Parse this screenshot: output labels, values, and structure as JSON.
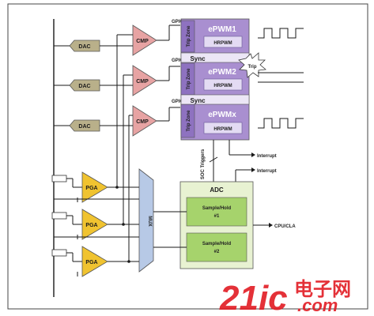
{
  "dac": {
    "label": "DAC"
  },
  "cmp": {
    "label": "CMP"
  },
  "pga": {
    "label": "PGA"
  },
  "gpio": {
    "label": "GPIO"
  },
  "trip_zone": {
    "label": "Trip Zone"
  },
  "sync": {
    "label": "Sync"
  },
  "epwm": {
    "label_1": "ePWM1",
    "label_2": "ePWM2",
    "label_x": "ePWMx"
  },
  "hrpwm": {
    "label": "HRPWM"
  },
  "trip": {
    "label": "Trip"
  },
  "soc": {
    "label": "SOC Triggers"
  },
  "interrupt": {
    "label": "Interrupt"
  },
  "adc": {
    "title": "ADC",
    "sh1_line1": "Sample/Hold",
    "sh1_line2": "#1",
    "sh2_line1": "Sample/Hold",
    "sh2_line2": "#2"
  },
  "mux": {
    "label": "MUX"
  },
  "cpu": {
    "label": "CPU/CLA"
  },
  "watermark": {
    "num": "21ic",
    "cn": "电子网",
    "com": ".com"
  },
  "colors": {
    "dac_fill": "#b9b08a",
    "cmp_fill": "#e7a3a3",
    "pga_fill": "#f0c330",
    "epwm_fill": "#a98fd0",
    "epwm_light": "#e3dbf3",
    "adc_fill": "#e8f2d2",
    "sh_fill": "#a6d36c",
    "mux_fill": "#b7c9e6",
    "watermark": "#e21b23"
  }
}
